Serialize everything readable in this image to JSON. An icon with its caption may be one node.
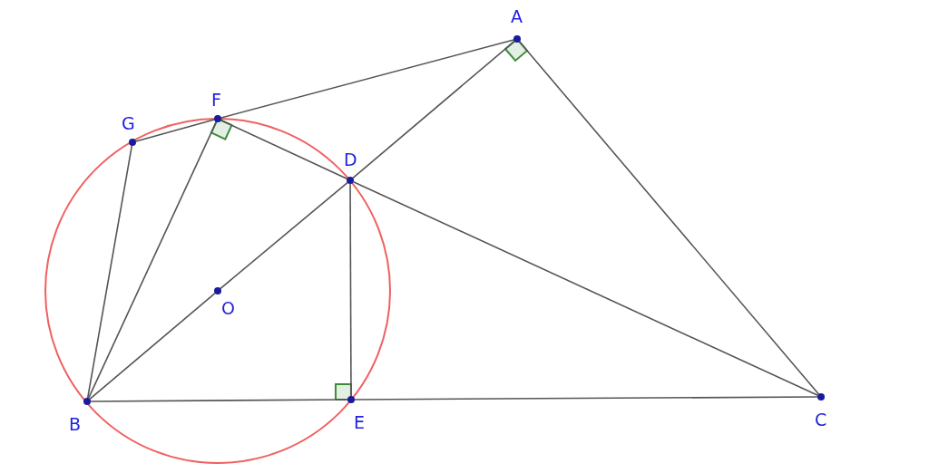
{
  "diagram": {
    "nodes": [
      {
        "text": [],
        "shape": "circle",
        "beside": [
          "A"
        ]
      },
      {
        "text": [],
        "shape": "circle",
        "beside": [
          "F"
        ]
      },
      {
        "text": [],
        "shape": "circle",
        "beside": [
          "G"
        ]
      },
      {
        "text": [],
        "shape": "circle",
        "beside": [
          "D"
        ]
      },
      {
        "text": [],
        "shape": "circle",
        "beside": [
          "O"
        ]
      },
      {
        "text": [],
        "shape": "circle",
        "beside": [
          "B"
        ]
      },
      {
        "text": [],
        "shape": "circle",
        "beside": [
          "E"
        ]
      },
      {
        "text": [],
        "shape": "circle",
        "beside": [
          "C"
        ]
      }
    ],
    "edges": [
      {
        "from": 1,
        "to": 0,
        "arrow": "none"
      },
      {
        "from": 0,
        "to": 7,
        "arrow": "none"
      },
      {
        "from": 2,
        "to": 1,
        "arrow": "none"
      },
      {
        "from": 2,
        "to": 5,
        "arrow": "none"
      },
      {
        "from": 1,
        "to": 5,
        "arrow": "none"
      },
      {
        "from": 1,
        "to": 3,
        "arrow": "none"
      },
      {
        "from": 3,
        "to": 7,
        "arrow": "none"
      },
      {
        "from": 0,
        "to": 3,
        "arrow": "none"
      },
      {
        "from": 3,
        "to": 4,
        "arrow": "none"
      },
      {
        "from": 4,
        "to": 5,
        "arrow": "none"
      },
      {
        "from": 3,
        "to": 6,
        "arrow": "none"
      },
      {
        "from": 5,
        "to": 6,
        "arrow": "none"
      },
      {
        "from": 6,
        "to": 7,
        "arrow": "none"
      }
    ]
  }
}
